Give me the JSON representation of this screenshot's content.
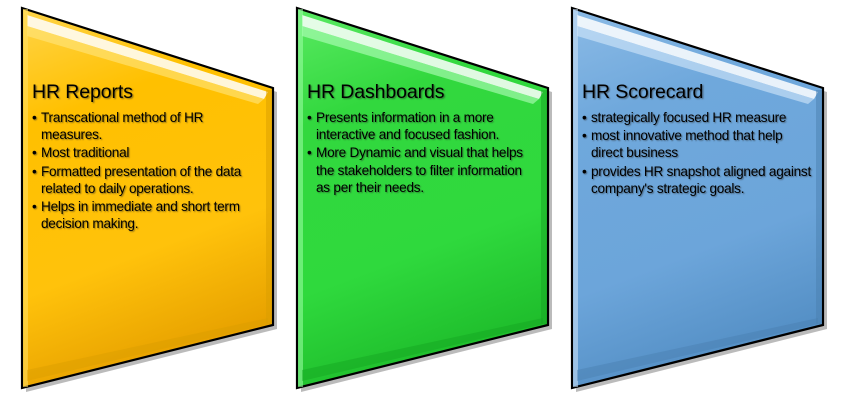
{
  "diagram": {
    "type": "three-panel-comparison",
    "background_color": "#ffffff",
    "panels": [
      {
        "id": "hr-reports",
        "title": "HR Reports",
        "fill_color": "#FFC000",
        "highlight_color": "#FFF0B0",
        "shadow_color": "#C98F00",
        "outline_color": "#000000",
        "bullets": [
          "Transcational method of HR measures.",
          "Most traditional",
          "Formatted presentation of the data related to daily operations.",
          "Helps in immediate and short term decision making."
        ]
      },
      {
        "id": "hr-dashboards",
        "title": "HR Dashboards",
        "fill_color": "#32D83E",
        "highlight_color": "#D6FFDC",
        "shadow_color": "#16A024",
        "outline_color": "#000000",
        "bullets": [
          "Presents information in a more interactive and focused fashion.",
          "More Dynamic and visual that helps the stakeholders to filter information as per their needs."
        ]
      },
      {
        "id": "hr-scorecard",
        "title": "HR Scorecard",
        "fill_color": "#6FA8DC",
        "highlight_color": "#E2F0FF",
        "shadow_color": "#4A7FB0",
        "outline_color": "#000000",
        "bullets": [
          "strategically focused HR measure",
          "most innovative method that help direct business",
          "provides HR snapshot aligned against company's strategic goals."
        ]
      }
    ]
  }
}
